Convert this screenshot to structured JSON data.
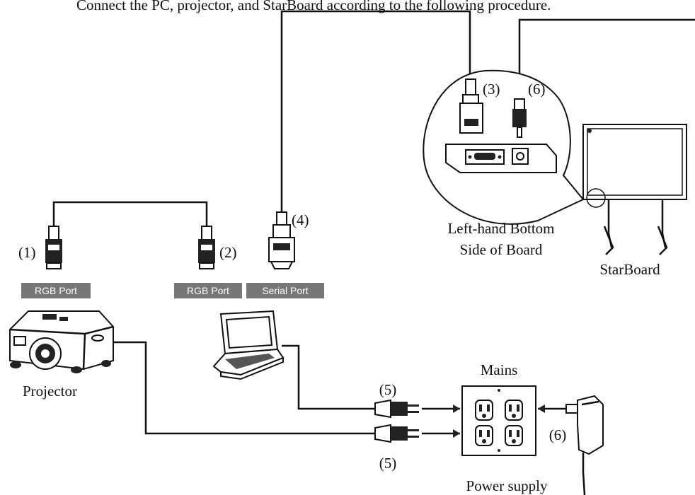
{
  "intro_text": "Connect the PC, projector, and StarBoard according to the following procedure.",
  "port_labels": {
    "projector_rgb": "RGB Port",
    "laptop_rgb": "RGB Port",
    "laptop_serial": "Serial Port"
  },
  "device_labels": {
    "projector": "Projector",
    "starboard": "StarBoard",
    "mains": "Mains",
    "power_supply": "Power supply",
    "board_detail_line1": "Left-hand Bottom",
    "board_detail_line2": "Side of Board"
  },
  "step_numbers": {
    "s1": "(1)",
    "s2": "(2)",
    "s3": "(3)",
    "s4": "(4)",
    "s5_upper": "(5)",
    "s5_lower": "(5)",
    "s6_top": "(6)",
    "s6_right": "(6)"
  },
  "colors": {
    "port_label_bg": "#777777",
    "line": "#111111"
  }
}
